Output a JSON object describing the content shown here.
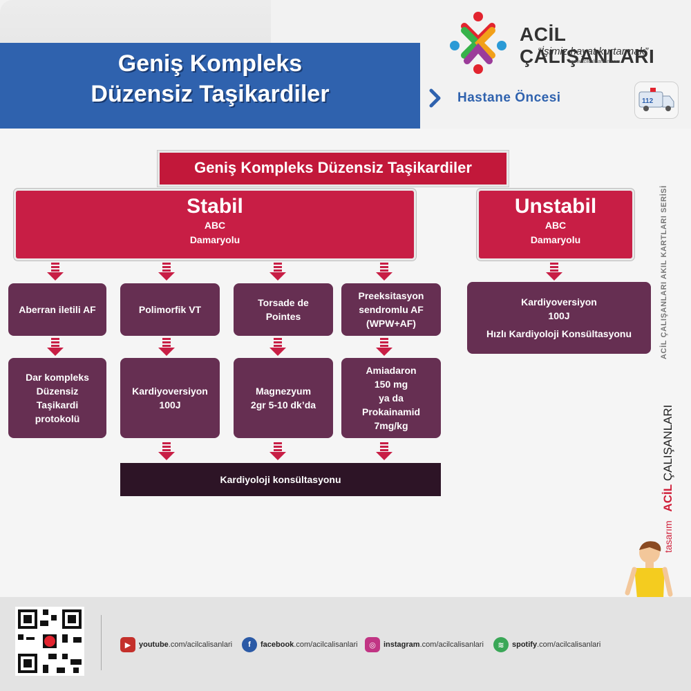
{
  "header": {
    "title_line1": "Geniş Kompleks",
    "title_line2": "Düzensiz Taşikardiler",
    "brand_name": "ACİL ÇALIŞANLARI",
    "brand_slogan": "“İşimiz hayat kurtarmak”",
    "brand_url": "www.acilcalisanlari.com",
    "section": "Hastane Öncesi",
    "ambulance_number": "112"
  },
  "flow": {
    "title": "Geniş Kompleks Düzensiz Taşikardiler",
    "stabil": {
      "heading": "Stabil",
      "line1": "ABC",
      "line2": "Damaryolu"
    },
    "unstabil": {
      "heading": "Unstabil",
      "line1": "ABC",
      "line2": "Damaryolu"
    },
    "branches": [
      {
        "label": [
          "Aberran iletili AF"
        ],
        "action": [
          "Dar kompleks",
          "Düzensiz",
          "Taşikardi",
          "protokolü"
        ]
      },
      {
        "label": [
          "Polimorfik VT"
        ],
        "action": [
          "Kardiyoversiyon",
          "100J"
        ]
      },
      {
        "label": [
          "Torsade de",
          "Pointes"
        ],
        "action": [
          "Magnezyum",
          "2gr 5-10 dk’da"
        ]
      },
      {
        "label": [
          "Preeksitasyon",
          "sendromlu AF",
          "(WPW+AF)"
        ],
        "action": [
          "Amiadaron",
          "150 mg",
          "ya da",
          "Prokainamid",
          "7mg/kg"
        ]
      }
    ],
    "unstabil_action": {
      "line1": "Kardiyoversiyon",
      "line2": "100J",
      "line3": "Hızlı Kardiyoloji Konsültasyonu"
    },
    "final": "Kardiyoloji konsültasyonu"
  },
  "side": {
    "series": "ACİL ÇALIŞANLARI AKIL KARTLARI SERİSİ",
    "design_prefix": "tasarım",
    "design_brand_bold": "ACİL",
    "design_brand_rest": "ÇALIŞANLARI"
  },
  "footer": {
    "links": [
      {
        "icon": "youtube-icon",
        "bold": "youtube",
        "rest": ".com/acilcalisanlari",
        "color": "#c4302b"
      },
      {
        "icon": "facebook-icon",
        "bold": "facebook",
        "rest": ".com/acilcalisanlari",
        "color": "#2b5aa6"
      },
      {
        "icon": "instagram-icon",
        "bold": "instagram",
        "rest": ".com/acilcalisanlari",
        "color": "#c13584"
      },
      {
        "icon": "spotify-icon",
        "bold": "spotify",
        "rest": ".com/acilcalisanlari",
        "color": "#3aa757"
      }
    ]
  },
  "colors": {
    "blue": "#2f62ae",
    "red": "#c81e45",
    "plum": "#662f52",
    "dark": "#2d1426"
  }
}
